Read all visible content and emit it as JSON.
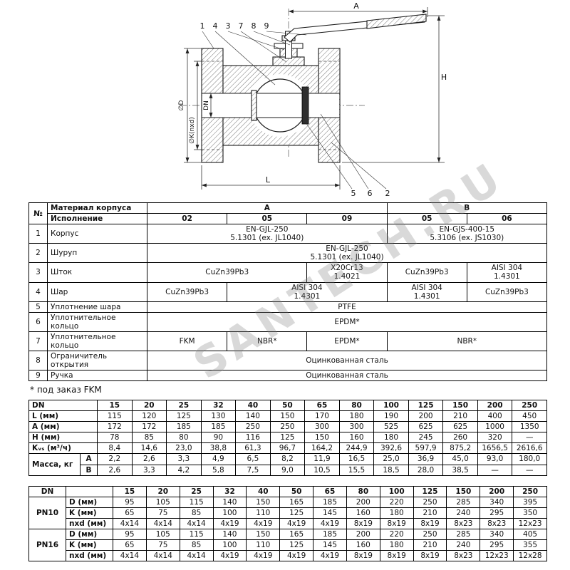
{
  "watermark": "SANTECH.RU",
  "footnote": "* под заказ FKM",
  "drawing": {
    "callouts_top": [
      "1",
      "4",
      "3",
      "7",
      "8",
      "9"
    ],
    "callouts_bottom": [
      "5",
      "6",
      "2"
    ],
    "dims": {
      "a": "A",
      "h": "H",
      "l": "L",
      "d": "∅D",
      "k": "∅K(nxd)",
      "dn": "DN"
    }
  },
  "materials_table": {
    "cols": [
      "26px",
      "140px",
      "",
      "",
      "",
      "",
      ""
    ],
    "rows": [
      {
        "cl": "b",
        "cells": [
          {
            "t": "№",
            "rs": 2
          },
          {
            "t": "Материал корпуса",
            "cl": "lbl"
          },
          {
            "t": "A",
            "cs": 3
          },
          {
            "t": "B",
            "cs": 2
          }
        ]
      },
      {
        "cl": "b",
        "cells": [
          {
            "t": "Исполнение",
            "cl": "lbl"
          },
          "02",
          "05",
          "09",
          "05",
          "06"
        ]
      },
      {
        "cells": [
          "1",
          {
            "t": "Корпус",
            "cl": "lbl"
          },
          {
            "t": "EN-GJL-250\n5.1301 (ex. JL1040)",
            "cs": 3
          },
          {
            "t": "EN-GJS-400-15\n5.3106 (ex. JS1030)",
            "cs": 2
          }
        ]
      },
      {
        "cells": [
          "2",
          {
            "t": "Шуруп",
            "cl": "lbl"
          },
          {
            "t": "EN-GJL-250\n5.1301 (ex. JL1040)",
            "cs": 5
          }
        ]
      },
      {
        "cells": [
          "3",
          {
            "t": "Шток",
            "cl": "lbl"
          },
          {
            "t": "CuZn39Pb3",
            "cs": 2
          },
          "X20Cr13\n1.4021",
          "CuZn39Pb3",
          "AISI 304\n1.4301"
        ]
      },
      {
        "cells": [
          "4",
          {
            "t": "Шар",
            "cl": "lbl"
          },
          "CuZn39Pb3",
          {
            "t": "AISI 304\n1.4301",
            "cs": 2
          },
          "AISI 304\n1.4301",
          "CuZn39Pb3"
        ]
      },
      {
        "cells": [
          "5",
          {
            "t": "Уплотнение шара",
            "cl": "lbl"
          },
          {
            "t": "PTFE",
            "cs": 5
          }
        ]
      },
      {
        "cells": [
          "6",
          {
            "t": "Уплотнительное кольцо",
            "cl": "lbl"
          },
          {
            "t": "EPDM*",
            "cs": 5
          }
        ]
      },
      {
        "cells": [
          "7",
          {
            "t": "Уплотнительное кольцо",
            "cl": "lbl"
          },
          "FKM",
          "NBR*",
          "EPDM*",
          {
            "t": "NBR*",
            "cs": 2
          }
        ]
      },
      {
        "cells": [
          "8",
          {
            "t": "Ограничитель открытия",
            "cl": "lbl"
          },
          {
            "t": "Оцинкованная сталь",
            "cs": 5
          }
        ]
      },
      {
        "cells": [
          "9",
          {
            "t": "Ручка",
            "cl": "lbl"
          },
          {
            "t": "Оцинкованная сталь",
            "cs": 5
          }
        ]
      }
    ]
  },
  "dimensions_table": {
    "cols": [
      "72px",
      "24px",
      "",
      "",
      "",
      "",
      "",
      "",
      "",
      "",
      "",
      "",
      "",
      "",
      ""
    ],
    "rows": [
      {
        "cl": "b",
        "cells": [
          {
            "t": "DN",
            "cs": 2,
            "cl": "lbl"
          },
          "15",
          "20",
          "25",
          "32",
          "40",
          "50",
          "65",
          "80",
          "100",
          "125",
          "150",
          "200",
          "250"
        ]
      },
      {
        "cells": [
          {
            "t": "L (мм)",
            "cs": 2,
            "cl": "lbl b"
          },
          "115",
          "120",
          "125",
          "130",
          "140",
          "150",
          "170",
          "180",
          "190",
          "200",
          "210",
          "400",
          "450"
        ]
      },
      {
        "cells": [
          {
            "t": "A (мм)",
            "cs": 2,
            "cl": "lbl b"
          },
          "172",
          "172",
          "185",
          "185",
          "250",
          "250",
          "300",
          "300",
          "525",
          "625",
          "625",
          "1000",
          "1350"
        ]
      },
      {
        "cells": [
          {
            "t": "H (мм)",
            "cs": 2,
            "cl": "lbl b"
          },
          "78",
          "85",
          "80",
          "90",
          "116",
          "125",
          "150",
          "160",
          "180",
          "245",
          "260",
          "320",
          "—"
        ]
      },
      {
        "cells": [
          {
            "t": "Kᵥₛ (м³/ч)",
            "cs": 2,
            "cl": "lbl b"
          },
          "8,4",
          "14,6",
          "23,0",
          "38,8",
          "61,3",
          "96,7",
          "164,2",
          "244,9",
          "392,6",
          "597,9",
          "875,2",
          "1656,5",
          "2616,6"
        ]
      },
      {
        "cells": [
          {
            "t": "Масса, кг",
            "rs": 2,
            "cl": "lbl b"
          },
          {
            "t": "А",
            "cl": "b"
          },
          "2,2",
          "2,6",
          "3,3",
          "4,9",
          "6,5",
          "8,2",
          "11,9",
          "16,5",
          "25,0",
          "36,9",
          "45,0",
          "93,0",
          "180,0"
        ]
      },
      {
        "cells": [
          {
            "t": "В",
            "cl": "b"
          },
          "2,6",
          "3,3",
          "4,2",
          "5,8",
          "7,5",
          "9,0",
          "10,5",
          "15,5",
          "18,5",
          "28,0",
          "38,5",
          "—",
          "—"
        ]
      }
    ]
  },
  "flange_table": {
    "cols": [
      "52px",
      "66px",
      "",
      "",
      "",
      "",
      "",
      "",
      "",
      "",
      "",
      "",
      "",
      "",
      ""
    ],
    "rows": [
      {
        "cl": "b",
        "cells": [
          "DN",
          "",
          "15",
          "20",
          "25",
          "32",
          "40",
          "50",
          "65",
          "80",
          "100",
          "125",
          "150",
          "200",
          "250"
        ]
      },
      {
        "cells": [
          {
            "t": "PN10",
            "rs": 3,
            "cl": "b"
          },
          {
            "t": "D (мм)",
            "cl": "lbl b"
          },
          "95",
          "105",
          "115",
          "140",
          "150",
          "165",
          "185",
          "200",
          "220",
          "250",
          "285",
          "340",
          "395"
        ]
      },
      {
        "cells": [
          {
            "t": "K (мм)",
            "cl": "lbl b"
          },
          "65",
          "75",
          "85",
          "100",
          "110",
          "125",
          "145",
          "160",
          "180",
          "210",
          "240",
          "295",
          "350"
        ]
      },
      {
        "cells": [
          {
            "t": "nxd (мм)",
            "cl": "lbl b"
          },
          "4x14",
          "4x14",
          "4x14",
          "4x19",
          "4x19",
          "4x19",
          "4x19",
          "8x19",
          "8x19",
          "8x19",
          "8x23",
          "8x23",
          "12x23"
        ]
      },
      {
        "cells": [
          {
            "t": "PN16",
            "rs": 3,
            "cl": "b"
          },
          {
            "t": "D (мм)",
            "cl": "lbl b"
          },
          "95",
          "105",
          "115",
          "140",
          "150",
          "165",
          "185",
          "200",
          "220",
          "250",
          "285",
          "340",
          "405"
        ]
      },
      {
        "cells": [
          {
            "t": "K (мм)",
            "cl": "lbl b"
          },
          "65",
          "75",
          "85",
          "100",
          "110",
          "125",
          "145",
          "160",
          "180",
          "210",
          "240",
          "295",
          "355"
        ]
      },
      {
        "cells": [
          {
            "t": "nxd (мм)",
            "cl": "lbl b"
          },
          "4x14",
          "4x14",
          "4x14",
          "4x19",
          "4x19",
          "4x19",
          "4x19",
          "8x19",
          "8x19",
          "8x19",
          "8x23",
          "12x23",
          "12x28"
        ]
      }
    ]
  }
}
